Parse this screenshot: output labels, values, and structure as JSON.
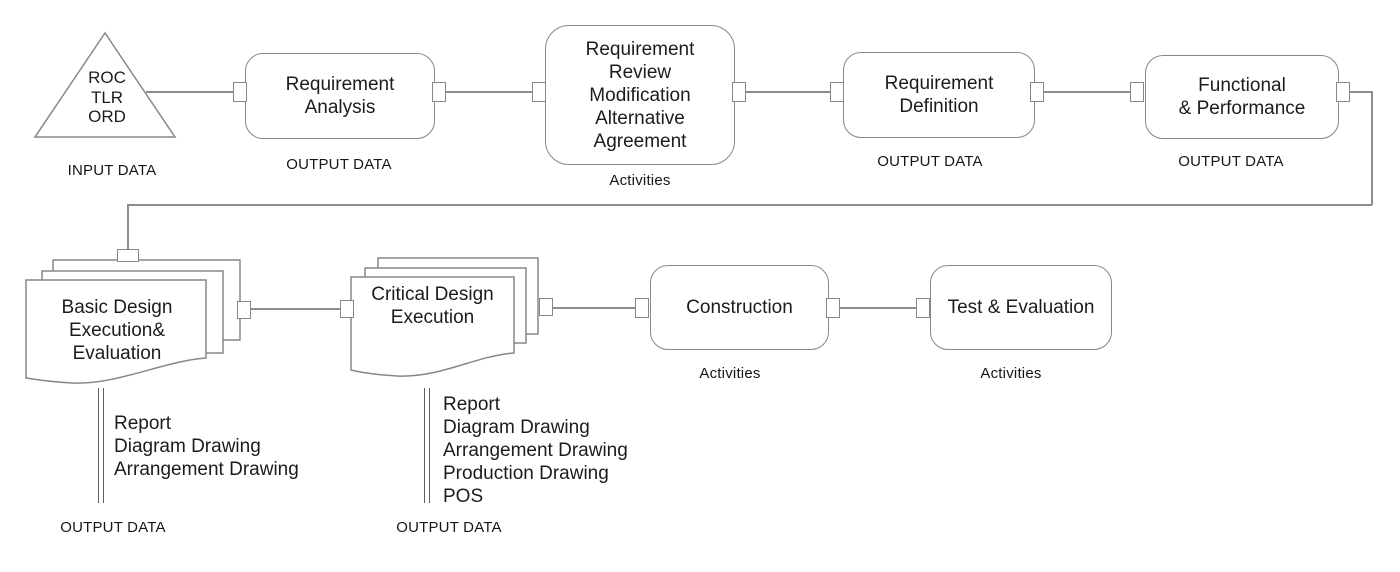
{
  "diagram": {
    "colors": {
      "line": "#8d8d8d",
      "border": "#878787",
      "text": "#1c1c1c",
      "double_line": "#5f5f5f"
    },
    "input": {
      "label": "ROC\nTLR\nORD",
      "tag": "INPUT DATA"
    },
    "top_row": {
      "boxes": [
        {
          "label": "Requirement\nAnalysis",
          "tag": "OUTPUT DATA"
        },
        {
          "label": "Requirement\nReview\nModification\nAlternative\nAgreement",
          "tag": "Activities"
        },
        {
          "label": "Requirement\nDefinition",
          "tag": "OUTPUT DATA"
        },
        {
          "label": "Functional\n& Performance",
          "tag": "OUTPUT DATA"
        }
      ]
    },
    "bottom_row": {
      "docs": [
        {
          "label": "Basic Design\nExecution&\nEvaluation",
          "items": [
            "Report",
            "Diagram Drawing",
            "Arrangement Drawing"
          ],
          "tag": "OUTPUT DATA"
        },
        {
          "label": "Critical Design\nExecution",
          "items": [
            "Report",
            "Diagram Drawing",
            "Arrangement Drawing",
            "Production Drawing",
            "POS"
          ],
          "tag": "OUTPUT DATA"
        }
      ],
      "boxes": [
        {
          "label": "Construction",
          "tag": "Activities"
        },
        {
          "label": "Test & Evaluation",
          "tag": "Activities"
        }
      ]
    }
  }
}
